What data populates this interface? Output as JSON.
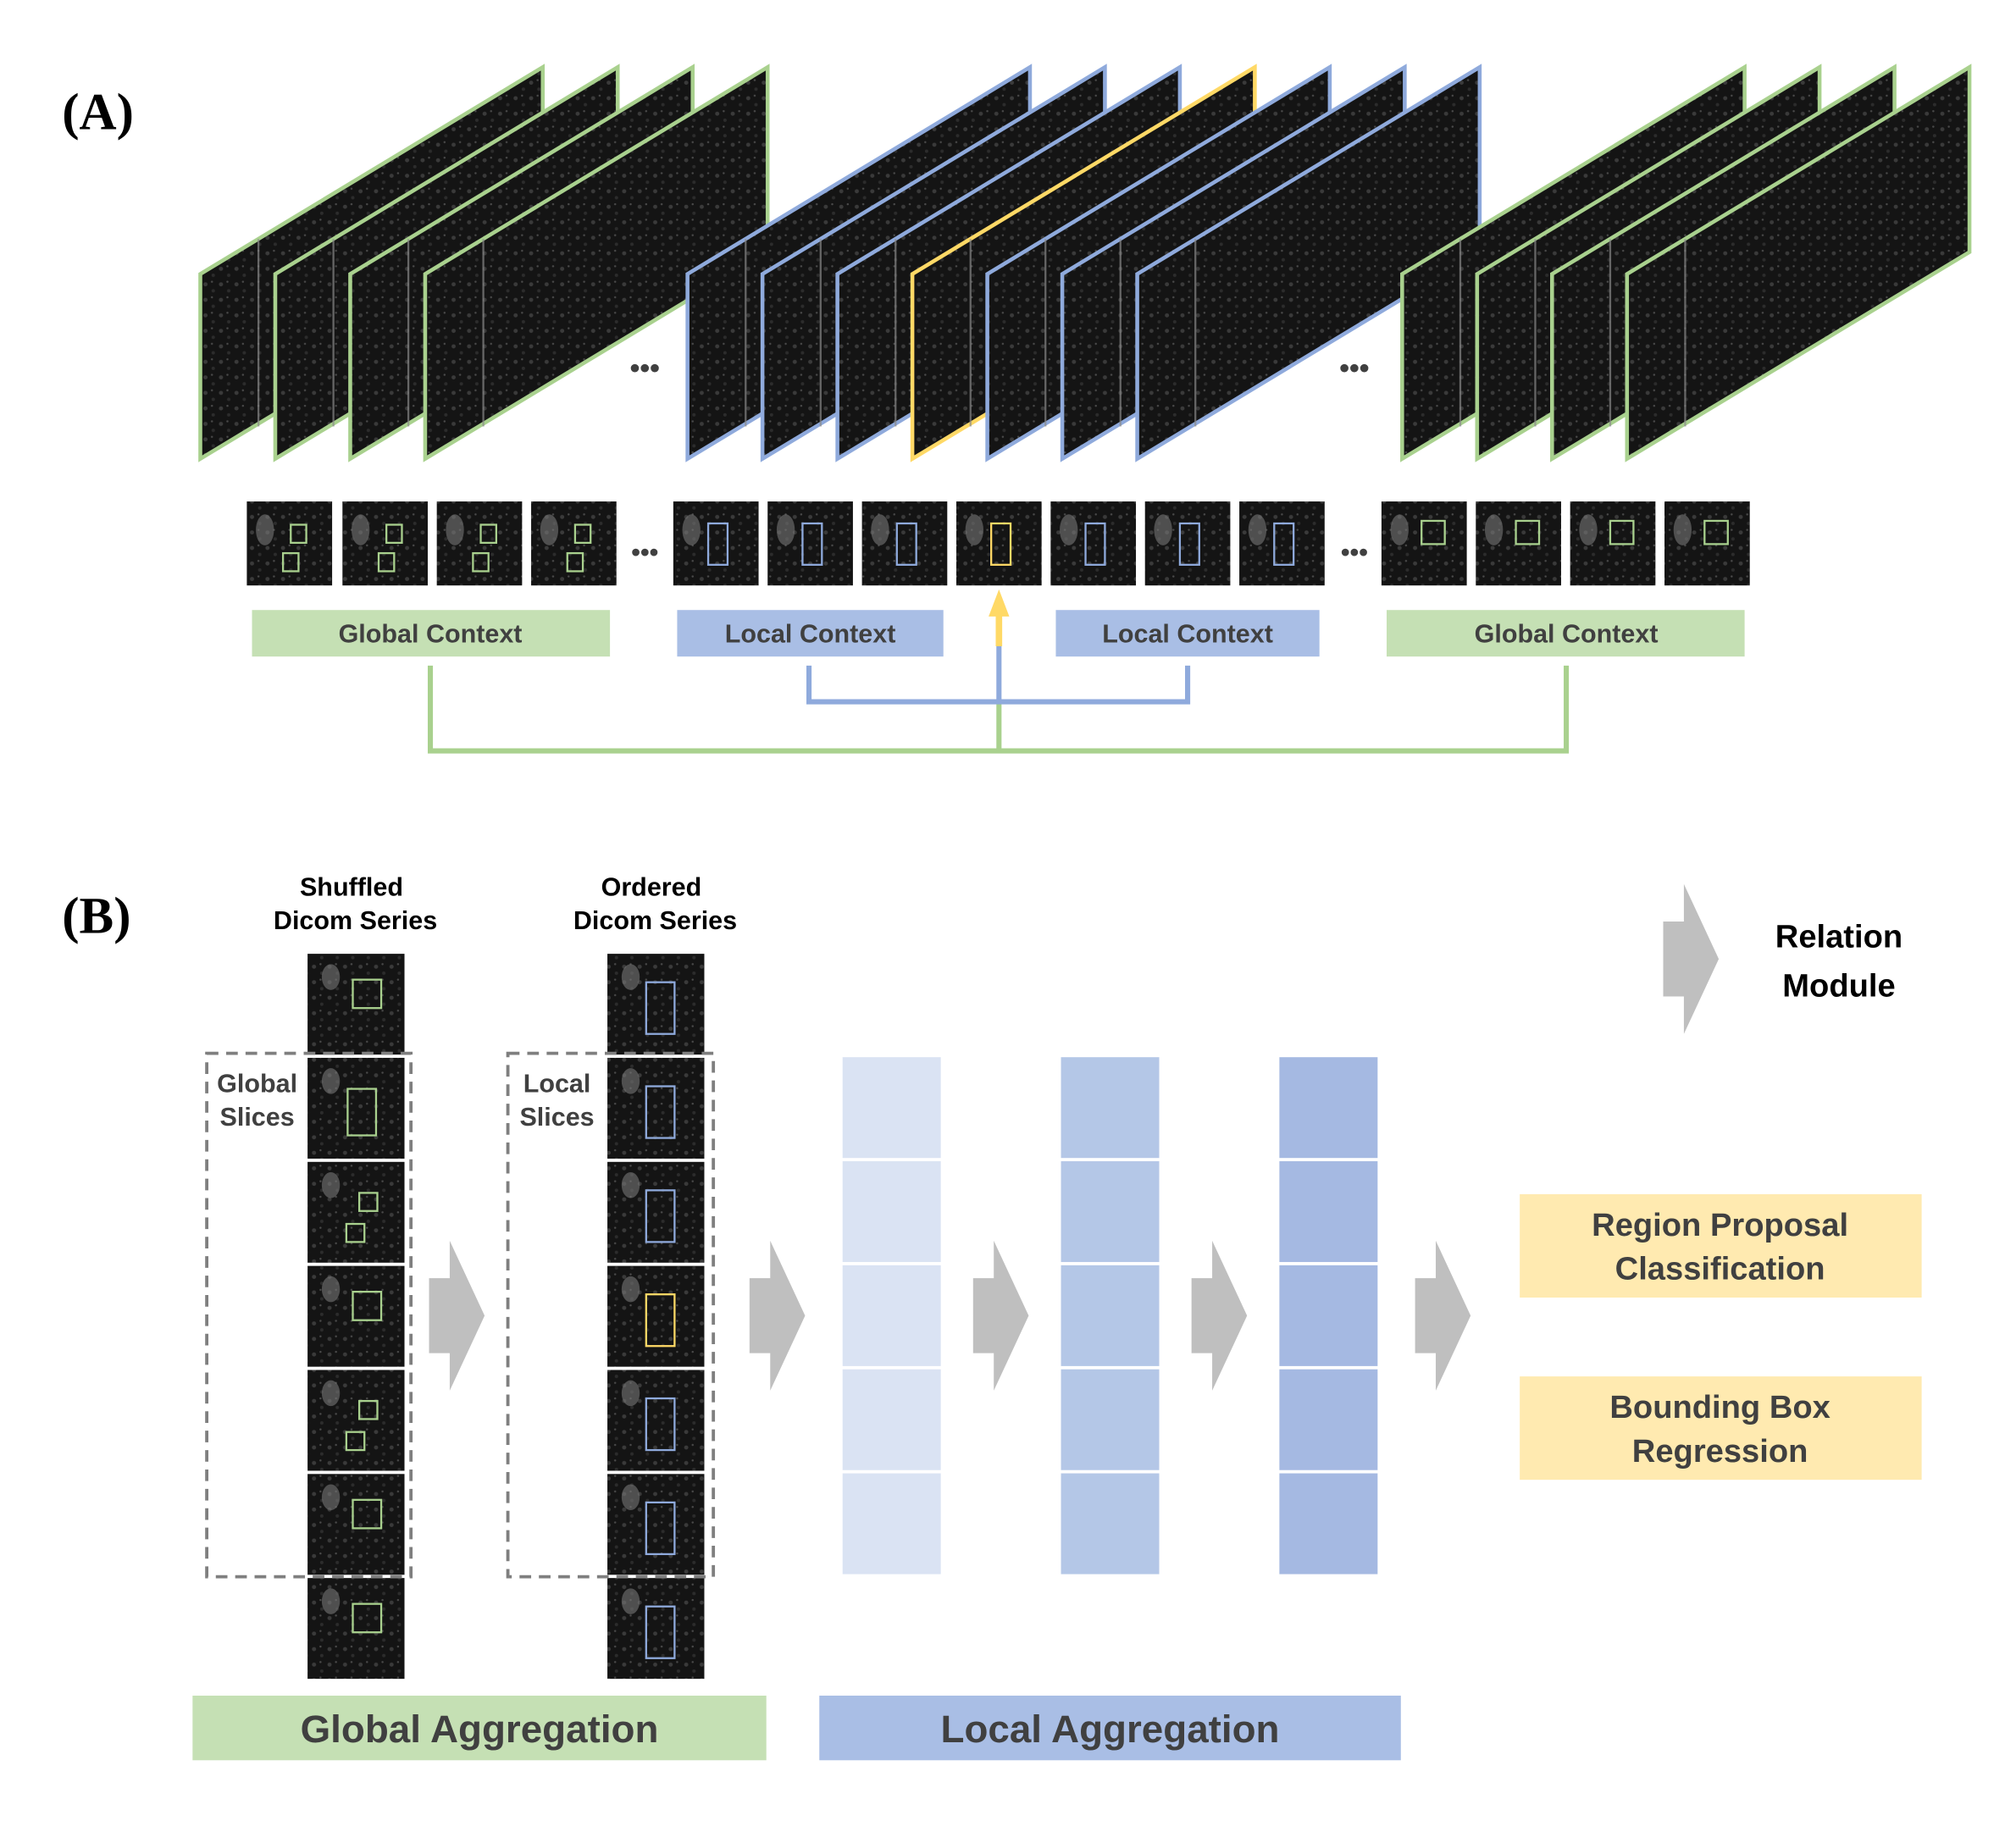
{
  "panel_a": {
    "label": "(A)",
    "stacks": [
      {
        "name": "global-start",
        "frames": [
          "green",
          "green",
          "green",
          "green"
        ]
      },
      {
        "name": "local-middle",
        "frames": [
          "blue",
          "blue",
          "blue",
          "yellow",
          "blue",
          "blue",
          "blue"
        ]
      },
      {
        "name": "global-end",
        "frames": [
          "green",
          "green",
          "green",
          "green"
        ]
      }
    ],
    "ellipsis": "•••",
    "thumbnails": {
      "groups": [
        {
          "box_color": "green",
          "count": 4,
          "boxes": "double"
        },
        {
          "box_color": "blue",
          "count": 3,
          "boxes": "single"
        },
        {
          "box_color": "yellow",
          "count": 1,
          "boxes": "single"
        },
        {
          "box_color": "blue",
          "count": 3,
          "boxes": "single"
        },
        {
          "box_color": "green",
          "count": 4,
          "boxes": "square"
        }
      ]
    },
    "context_labels": [
      {
        "text": "Global Context",
        "color": "green"
      },
      {
        "text": "Local Context",
        "color": "blue"
      },
      {
        "text": "Local Context",
        "color": "blue"
      },
      {
        "text": "Global Context",
        "color": "green"
      }
    ]
  },
  "panel_b": {
    "label": "(B)",
    "shuffled_header": [
      "Shuffled",
      "Dicom Series"
    ],
    "ordered_header": [
      "Ordered",
      "Dicom Series"
    ],
    "global_slices_label": [
      "Global",
      "Slices"
    ],
    "local_slices_label": [
      "Local",
      "Slices"
    ],
    "shuffled_boxes": [
      "green",
      "green",
      "green",
      "green",
      "green",
      "green",
      "green"
    ],
    "ordered_boxes": [
      "blue",
      "blue",
      "blue",
      "yellow",
      "blue",
      "blue",
      "blue"
    ],
    "feature_columns": [
      {
        "shade": "light",
        "blocks": 5
      },
      {
        "shade": "medium",
        "blocks": 5
      },
      {
        "shade": "dark",
        "blocks": 5
      }
    ],
    "legend": {
      "arrow": "Relation Module",
      "line1": "Relation",
      "line2": "Module"
    },
    "outputs": [
      {
        "line1": "Region Proposal",
        "line2": "Classification"
      },
      {
        "line1": "Bounding Box",
        "line2": "Regression"
      }
    ],
    "aggregation_labels": [
      {
        "text": "Global Aggregation",
        "color": "green"
      },
      {
        "text": "Local Aggregation",
        "color": "blue"
      }
    ]
  },
  "colors": {
    "green": "#a9d18e",
    "green_fill": "#c5e0b4",
    "blue": "#8faadc",
    "blue_fill": "#a9bee5",
    "yellow": "#ffd966",
    "yellow_fill": "#ffeab0",
    "col_light": "#dae3f3",
    "col_medium": "#b4c7e7",
    "col_dark": "#a5b9e2",
    "arrow_gray": "#bfbfbf",
    "dash_gray": "#7f7f7f"
  }
}
